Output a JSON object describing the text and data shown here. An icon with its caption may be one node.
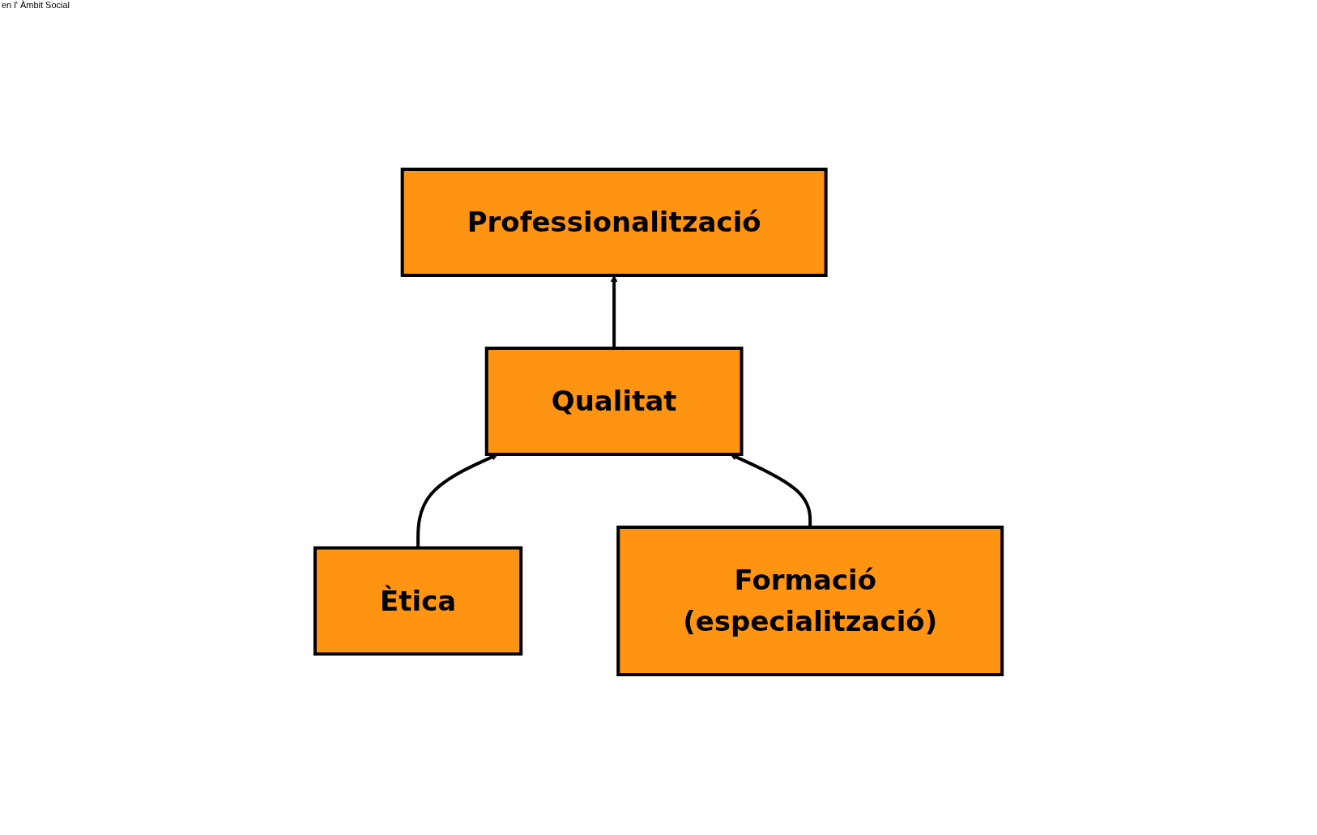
{
  "diagram": {
    "nodes": [
      {
        "text": [
          "Professionalització"
        ]
      },
      {
        "text": [
          "Qualitat"
        ]
      },
      {
        "text": [
          "Ètica"
        ]
      },
      {
        "text": [
          "Formació (especialització)"
        ]
      }
    ],
    "edges": [
      {
        "from": 1,
        "to": 0,
        "arrow": "to"
      },
      {
        "from": 2,
        "to": 1,
        "arrow": "to"
      },
      {
        "from": 3,
        "to": 1,
        "arrow": "to"
      }
    ],
    "labels": [
      "en l' Àmbit Social"
    ]
  }
}
